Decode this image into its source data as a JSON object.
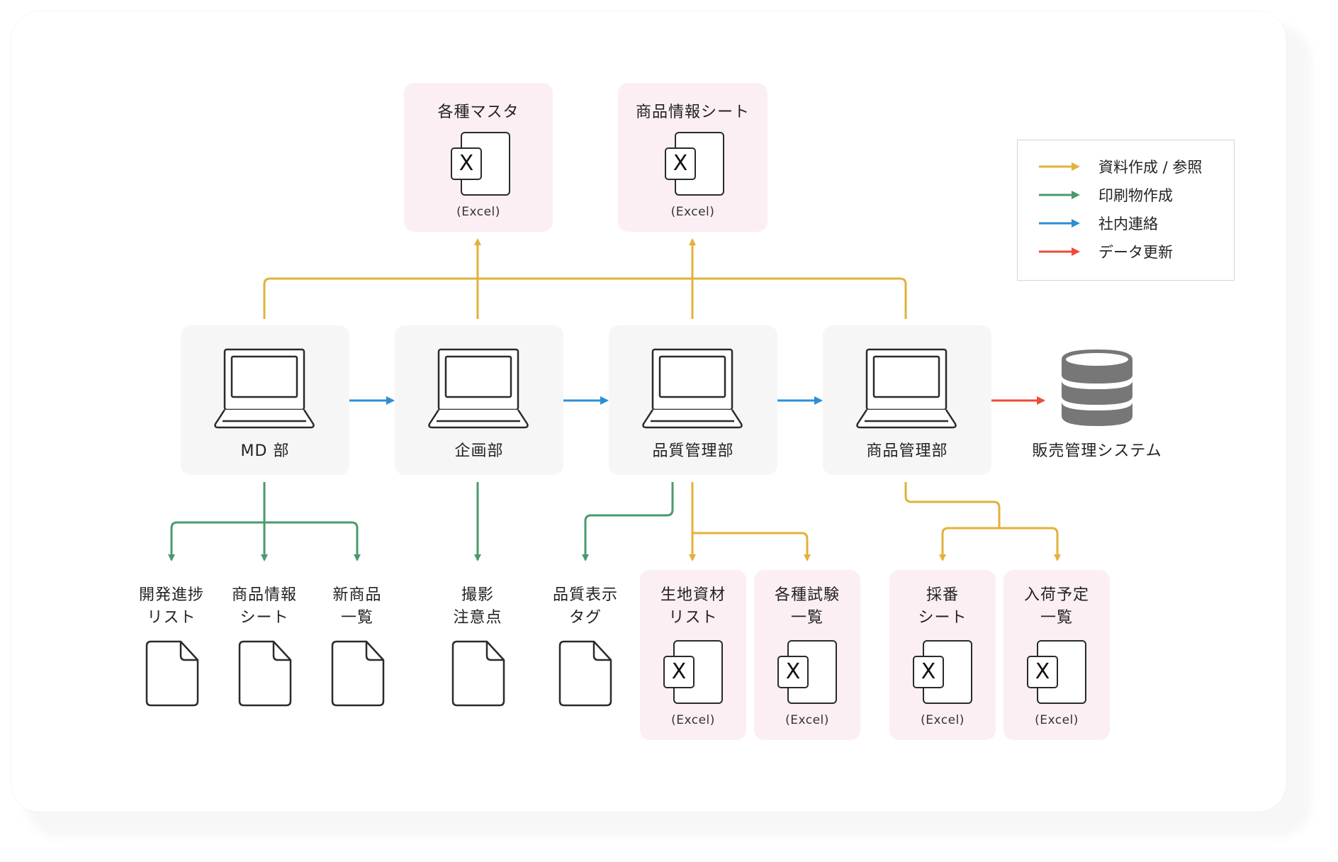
{
  "colors": {
    "reference": "#e3b13a",
    "print": "#4a9a6c",
    "internal": "#2b8fd4",
    "update": "#ee4b38",
    "dept_fill": "#f6f6f6",
    "excel_fill": "#fbeff3"
  },
  "legend": [
    {
      "label": "資料作成 / 参照",
      "color_key": "reference"
    },
    {
      "label": "印刷物作成",
      "color_key": "print"
    },
    {
      "label": "社内連絡",
      "color_key": "internal"
    },
    {
      "label": "データ更新",
      "color_key": "update"
    }
  ],
  "top_files": [
    {
      "title": "各種マスタ",
      "caption": "(Excel)",
      "icon": "excel-file-icon"
    },
    {
      "title": "商品情報シート",
      "caption": "(Excel)",
      "icon": "excel-file-icon"
    }
  ],
  "departments": [
    {
      "name": "MD 部",
      "icon": "laptop-icon"
    },
    {
      "name": "企画部",
      "icon": "laptop-icon"
    },
    {
      "name": "品質管理部",
      "icon": "laptop-icon"
    },
    {
      "name": "商品管理部",
      "icon": "laptop-icon"
    }
  ],
  "system": {
    "name": "販売管理システム",
    "icon": "database-icon"
  },
  "outputs": [
    {
      "line1": "開発進捗",
      "line2": "リスト",
      "type": "document",
      "from": "MD 部"
    },
    {
      "line1": "商品情報",
      "line2": "シート",
      "type": "document",
      "from": "MD 部"
    },
    {
      "line1": "新商品",
      "line2": "一覧",
      "type": "document",
      "from": "MD 部"
    },
    {
      "line1": "撮影",
      "line2": "注意点",
      "type": "document",
      "from": "企画部"
    },
    {
      "line1": "品質表示",
      "line2": "タグ",
      "type": "document",
      "from": "品質管理部"
    },
    {
      "line1": "生地資材",
      "line2": "リスト",
      "type": "excel",
      "caption": "(Excel)",
      "from": "品質管理部"
    },
    {
      "line1": "各種試験",
      "line2": "一覧",
      "type": "excel",
      "caption": "(Excel)",
      "from": "品質管理部"
    },
    {
      "line1": "採番",
      "line2": "シート",
      "type": "excel",
      "caption": "(Excel)",
      "from": "商品管理部"
    },
    {
      "line1": "入荷予定",
      "line2": "一覧",
      "type": "excel",
      "caption": "(Excel)",
      "from": "商品管理部"
    }
  ],
  "excel_glyph": "X"
}
